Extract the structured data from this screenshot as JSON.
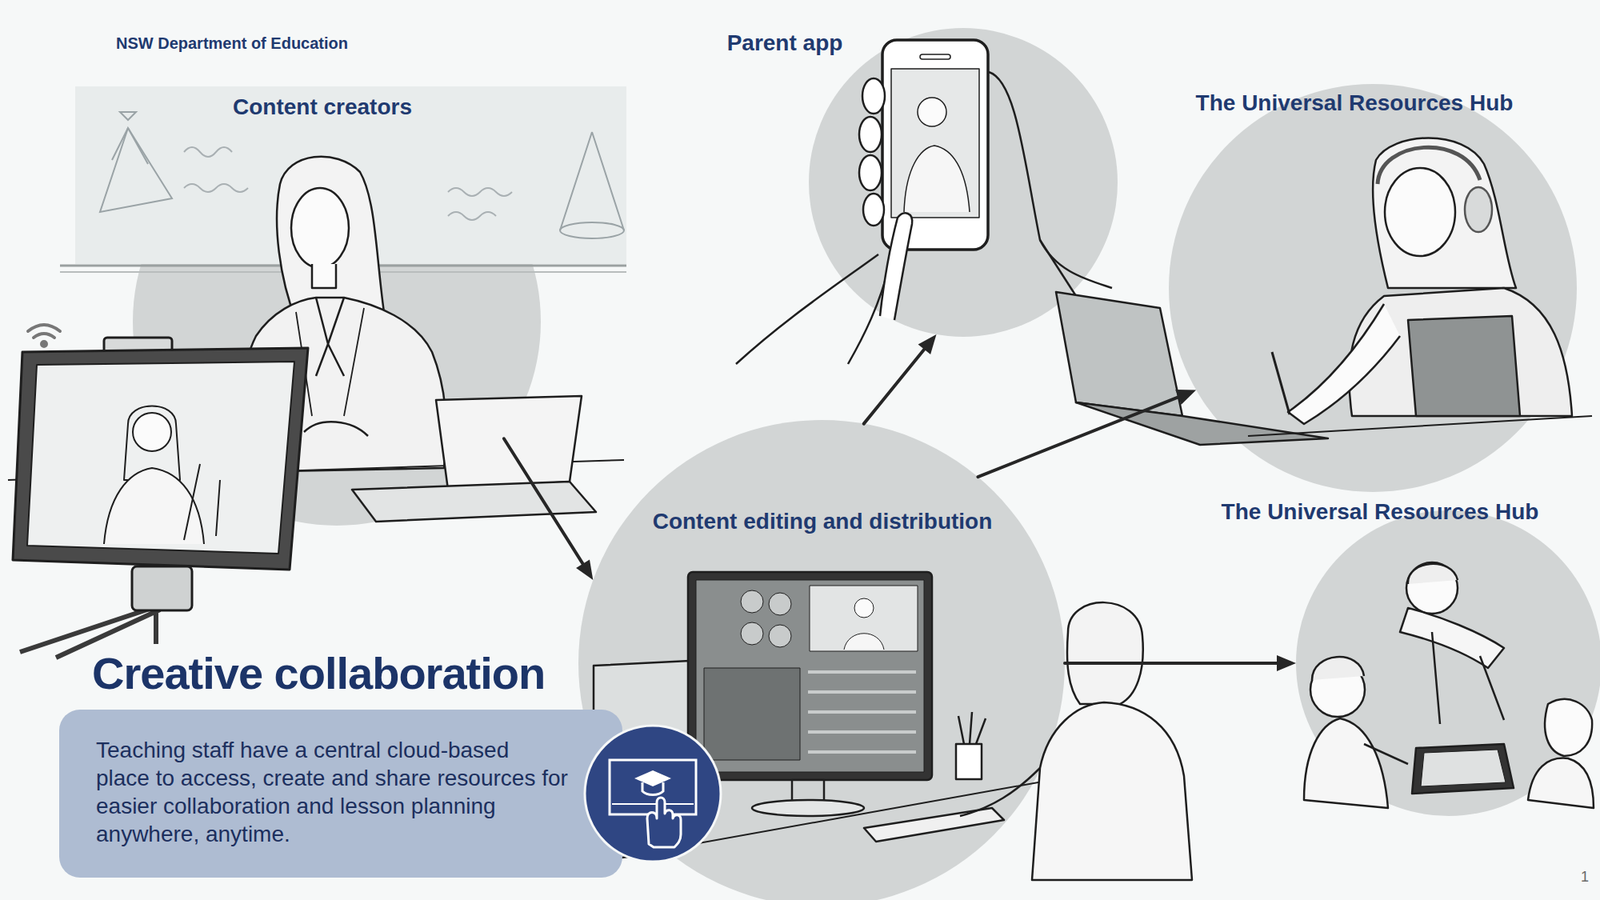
{
  "diagram": {
    "nodes": [
      {
        "text": [
          "Content creators"
        ]
      },
      {
        "text": [
          "Parent app"
        ]
      },
      {
        "text": [
          "The Universal Resources Hub"
        ]
      },
      {
        "text": [
          "Content editing and distribution"
        ]
      },
      {
        "text": [
          "The Universal Resources Hub"
        ]
      },
      {
        "text": [
          "Creative collaboration",
          "Teaching staff have a central cloud-based place to access, create and share resources for easier collaboration and lesson planning anywhere, anytime."
        ]
      }
    ],
    "edges": [
      {
        "from": 0,
        "to": 3,
        "arrow": "to"
      },
      {
        "from": 3,
        "to": 1,
        "arrow": "to"
      },
      {
        "from": 3,
        "to": 2,
        "arrow": "to"
      },
      {
        "from": 3,
        "to": 4,
        "arrow": "to"
      }
    ],
    "labels": [
      "NSW Department of Education",
      "1"
    ]
  }
}
